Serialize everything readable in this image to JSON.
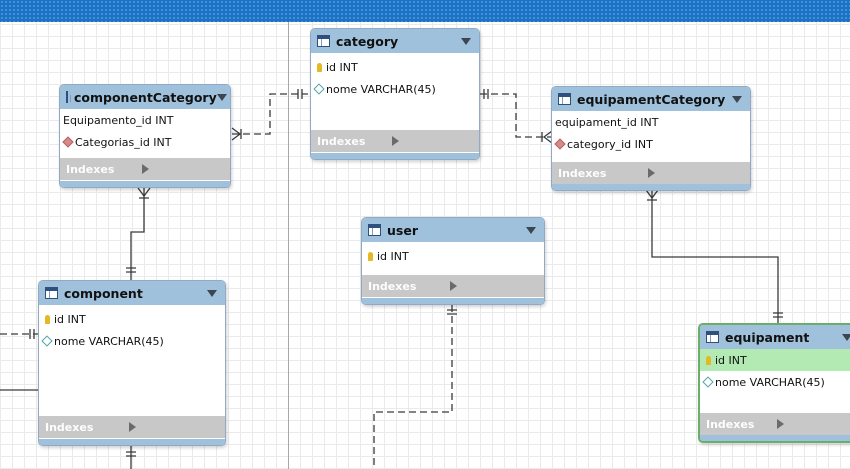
{
  "tables": {
    "category": {
      "name": "category",
      "columns": [
        {
          "icon": "primary-key-icon",
          "text": "id INT"
        },
        {
          "icon": "column-icon",
          "text": "nome VARCHAR(45)"
        }
      ],
      "indexes_label": "Indexes"
    },
    "componentCategory": {
      "name": "componentCategory",
      "columns": [
        {
          "icon": "none",
          "text": "Equipamento_id INT"
        },
        {
          "icon": "foreign-key-icon",
          "text": "Categorias_id INT"
        }
      ],
      "indexes_label": "Indexes"
    },
    "equipamentCategory": {
      "name": "equipamentCategory",
      "columns": [
        {
          "icon": "none",
          "text": "equipament_id INT"
        },
        {
          "icon": "foreign-key-icon",
          "text": "category_id INT"
        }
      ],
      "indexes_label": "Indexes"
    },
    "user": {
      "name": "user",
      "columns": [
        {
          "icon": "primary-key-icon",
          "text": "id INT"
        }
      ],
      "indexes_label": "Indexes"
    },
    "component": {
      "name": "component",
      "columns": [
        {
          "icon": "primary-key-icon",
          "text": "id INT"
        },
        {
          "icon": "column-icon",
          "text": "nome VARCHAR(45)"
        }
      ],
      "indexes_label": "Indexes"
    },
    "equipament": {
      "name": "equipament",
      "columns": [
        {
          "icon": "primary-key-icon",
          "text": "id INT"
        },
        {
          "icon": "column-icon",
          "text": "nome VARCHAR(45)"
        }
      ],
      "indexes_label": "Indexes",
      "selected": true
    }
  },
  "colors": {
    "header": "#9fc1dc",
    "indexes_bar": "#c8c8c8",
    "selected_row": "#b3e9b3",
    "topbar": "#1a73c7"
  }
}
